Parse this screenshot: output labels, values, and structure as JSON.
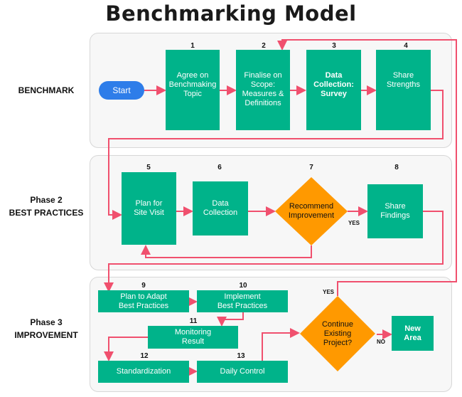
{
  "title": "Benchmarking Model",
  "phases": {
    "p1": "BENCHMARK",
    "p2": "Phase 2\nBEST PRACTICES",
    "p3": "Phase 3\nIMPROVEMENT"
  },
  "start": "Start",
  "steps": {
    "s1": {
      "num": "1",
      "label": "Agree on\nBenchmaking\nTopic"
    },
    "s2": {
      "num": "2",
      "label": "Finalise on\nScope:\nMeasures &\nDefinitions"
    },
    "s3": {
      "num": "3",
      "label": "Data\nCollection:\nSurvey"
    },
    "s4": {
      "num": "4",
      "label": "Share\nStrengths"
    },
    "s5": {
      "num": "5",
      "label": "Plan for\nSite Visit"
    },
    "s6": {
      "num": "6",
      "label": "Data\nCollection"
    },
    "s7": {
      "num": "7",
      "label": "Recommend\nImprovement"
    },
    "s8": {
      "num": "8",
      "label": "Share\nFindings"
    },
    "s9": {
      "num": "9",
      "label": "Plan to Adapt\nBest Practices"
    },
    "s10": {
      "num": "10",
      "label": "Implement\nBest Practices"
    },
    "s11": {
      "num": "11",
      "label": "Monitoring\nResult"
    },
    "s12": {
      "num": "12",
      "label": "Standardization"
    },
    "s13": {
      "num": "13",
      "label": "Daily Control"
    }
  },
  "decision": "Continue\nExisting\nProject?",
  "new_area": "New\nArea",
  "labels": {
    "yes1": "YES",
    "yes2": "YES",
    "no": "NO"
  },
  "colors": {
    "step": "#00b38a",
    "decision": "#ff9900",
    "arrow": "#f0506e",
    "start": "#2e7de9"
  }
}
